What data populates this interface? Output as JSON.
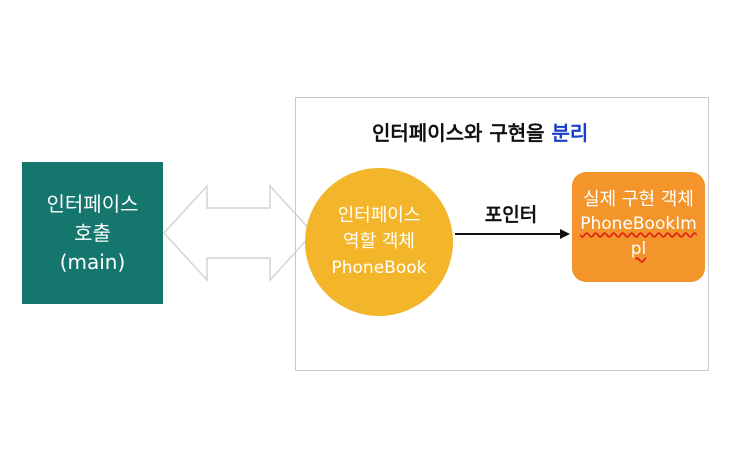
{
  "caller": {
    "line1": "인터페이스",
    "line2": "호출",
    "line3": "(main)"
  },
  "title": {
    "text": "인터페이스와 구현을 ",
    "accent": "분리"
  },
  "role": {
    "line1": "인터페이스",
    "line2": "역할 객체",
    "line3": "PhoneBook"
  },
  "pointer": {
    "label": "포인터"
  },
  "impl": {
    "line1": "실제 구현 객체",
    "line2": "PhoneBookImpl"
  },
  "colors": {
    "caller_fill": "#15766e",
    "role_fill": "#f3b52a",
    "impl_fill": "#f3952b",
    "accent_text": "#1a3fc8",
    "frame_border": "#c9c9c9"
  }
}
